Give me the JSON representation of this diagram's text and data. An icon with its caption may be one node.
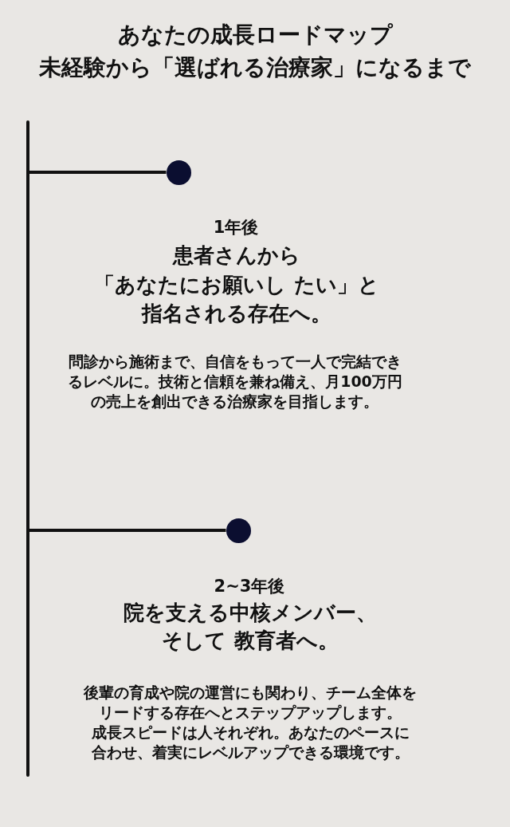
{
  "diagram": {
    "title": "あなたの成長ロードマップ未経験から「選ばれる治療家」になるまで",
    "nodes": [
      {
        "text": [],
        "shape": "circle",
        "beside": [
          "1年後",
          "患者さんから「あなたにお願いし たい」と指名される存在へ。",
          "問診から施術まで、自信をもって一人で完結できるレベルに。技術と信頼を兼ね備え、月100万円の売上を創出できる治療家を目指します。"
        ]
      },
      {
        "text": [],
        "shape": "circle",
        "beside": [
          "2~3年後",
          "院を支える中核メンバー、そして 教育者へ。",
          "後輩の育成や院の運営にも関わり、チーム全体をリードする存在へとステップアップします。成長スピードは人それぞれ。あなたのペースに合わせ、着実にレベルアップできる環境です。"
        ]
      }
    ],
    "edges": [
      {
        "from": null,
        "to": 0,
        "arrow": "none"
      },
      {
        "from": null,
        "to": 1,
        "arrow": "none"
      }
    ]
  }
}
